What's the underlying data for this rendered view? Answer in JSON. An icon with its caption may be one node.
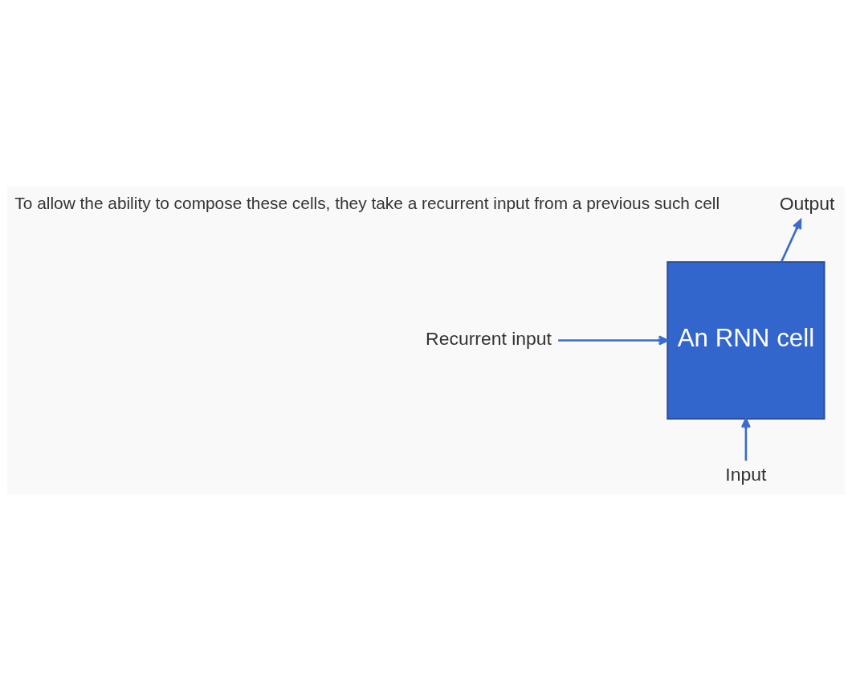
{
  "diagram": {
    "nodes": [
      {
        "text": [
          "An RNN cell"
        ]
      },
      {
        "text": [
          "Output"
        ]
      },
      {
        "text": [
          "Recurrent input"
        ]
      },
      {
        "text": [
          "Input"
        ]
      }
    ],
    "edges": [
      {
        "from": 0,
        "to": 1,
        "arrow": "to"
      },
      {
        "from": 2,
        "to": 0,
        "arrow": "to"
      },
      {
        "from": 3,
        "to": 0,
        "arrow": "to"
      }
    ],
    "labels": [
      "To allow the ability to compose these cells, they take a recurrent input from a previous such cell"
    ]
  }
}
